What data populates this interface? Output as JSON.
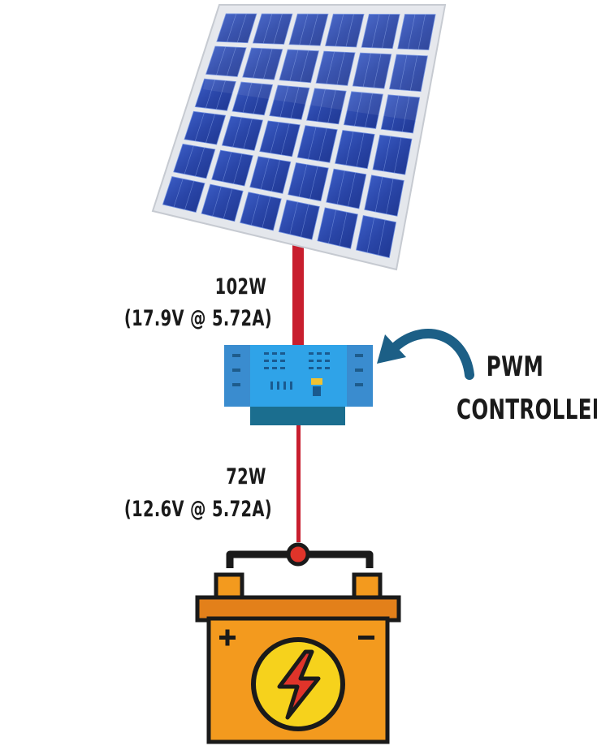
{
  "solar_panel": {
    "power": "102W",
    "detail": "(17.9V @ 5.72A)"
  },
  "controller": {
    "label_line1": "PWM",
    "label_line2": "CONTROLLER"
  },
  "battery": {
    "power": "72W",
    "detail": "(12.6V @ 5.72A)",
    "positive_symbol": "+",
    "negative_symbol": "−"
  },
  "colors": {
    "panel_cell": "#2a46a8",
    "panel_cell_light": "#4a6fd6",
    "panel_frame": "#d9dde3",
    "wire_red": "#c81e2e",
    "controller_blue": "#2d8fd6",
    "controller_dark": "#1f6fa0",
    "arrow_blue": "#1c5f86",
    "battery_orange": "#f39a1e",
    "battery_lid": "#e3801a",
    "bolt_yellow": "#f6d21c",
    "bolt_red": "#e0342a"
  }
}
